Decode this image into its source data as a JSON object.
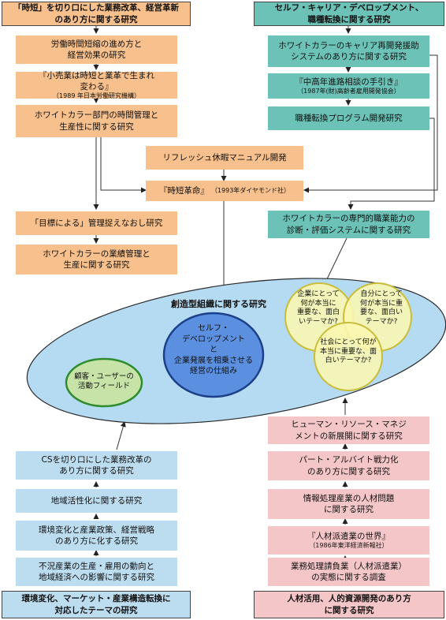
{
  "headers": {
    "orange": "「時短」を切り口にした業務改革、経営革新\nのあり方に関する研究",
    "teal": "セルフ・キャリア・デベロップメント、\n職種転換に関する研究",
    "blue": "環境変化、マーケット・産業構造転換に\n対応したテーマの研究",
    "pink": "人材活用、人的資源開発のあり方\nに関する研究"
  },
  "orange_boxes": [
    {
      "text": "労働時間短縮の進め方と\n経営効果の研究"
    },
    {
      "text": "『小売業は時短と業革で生まれ\n変わる』",
      "sub": "（1989 年日本労働研究機構）"
    },
    {
      "text": "ホワイトカラー部門の時間管理と\n生産性に関する研究"
    },
    {
      "text": "リフレッシュ休暇マニュアル開発"
    },
    {
      "text": "『時短革命』",
      "sub": "（1993年ダイヤモンド社）"
    },
    {
      "text": "「目標による」管理捉えなおし研究"
    },
    {
      "text": "ホワイトカラーの業績管理と\n生産に関する研究"
    }
  ],
  "teal_boxes": [
    {
      "text": "ホワイトカラーのキャリア再開発援助\nシステムのあり方に関する研究"
    },
    {
      "text": "『中高年進路相談の手引き』",
      "sub": "（1987年(財)高齢者雇用開発協会）"
    },
    {
      "text": "職種転換プログラム開発研究"
    },
    {
      "text": "ホワイトカラーの専門的職業能力の\n診断・評価システムに関する研究"
    }
  ],
  "blue_boxes": [
    {
      "text": "CSを切り口にした業務改革の\nあり方に関する研究"
    },
    {
      "text": "地域活性化に関する研究"
    },
    {
      "text": "環境変化と産業政策、経営戦略\nのあり方に化する研究"
    },
    {
      "text": "不況産業の生産・雇用の動向と\n地域経済への影響に関する研究"
    }
  ],
  "pink_boxes": [
    {
      "text": "ヒューマン・リソース・マネジ\nメントの新展開に関する研究"
    },
    {
      "text": "パート・アルバイト戦力化\nのあり方に関する研究"
    },
    {
      "text": "情報処理産業の人材問題\nに関する研究"
    },
    {
      "text": "『人材派遣業の世界』",
      "sub": "（1986年東洋経済新報社）"
    },
    {
      "text": "業務処理請負業（人材派遣業）\nの実態に関する調査"
    }
  ],
  "center": {
    "title": "創造型組織に関する研究",
    "core": "セルフ・\nデベロップメント\nと\n企業発展を相乗させる\n経営の仕組み",
    "field": "顧客・ユーザーの\n活動フィールド",
    "venn_top_left": "企業にとって\n何が本当に\n重要な、面白\nいテーマか?",
    "venn_top_right": "自分にとって\n何が本当に重\n要な、面白い\nテーマか?",
    "venn_bottom": "社会にとって何が\n本当に重要な、面\n白いテーマか?"
  },
  "colors": {
    "orange": "#f7c08c",
    "teal": "#6cc2b6",
    "blue": "#bcdcef",
    "pink": "#f5c6c8",
    "ellipse": "#b5dbf2",
    "core": "#5b8fe0",
    "field": "#c8e3a8",
    "venn": "#fbf7b0"
  }
}
